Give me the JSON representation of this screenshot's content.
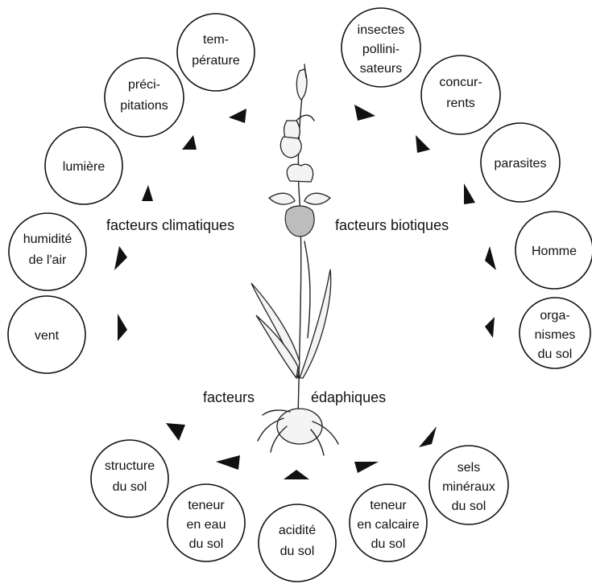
{
  "factor_groups": {
    "climatic": "facteurs climatiques",
    "biotic": "facteurs biotiques",
    "edaphic_left": "facteurs",
    "edaphic_right": "édaphiques"
  },
  "factors": {
    "temperature": [
      "tem-",
      "pérature"
    ],
    "precipitations": [
      "préci-",
      "pitations"
    ],
    "lumiere": [
      "lumière"
    ],
    "humidite": [
      "humidité",
      "de l'air"
    ],
    "vent": [
      "vent"
    ],
    "insectes": [
      "insectes",
      "pollini-",
      "sateurs"
    ],
    "concurrents": [
      "concur-",
      "rents"
    ],
    "parasites": [
      "parasites"
    ],
    "homme": [
      "Homme"
    ],
    "organismes": [
      "orga-",
      "nismes",
      "du sol"
    ],
    "structure": [
      "structure",
      "du sol"
    ],
    "teneur_eau": [
      "teneur",
      "en eau",
      "du sol"
    ],
    "acidite": [
      "acidité",
      "du sol"
    ],
    "teneur_calcaire": [
      "teneur",
      "en calcaire",
      "du sol"
    ],
    "sels": [
      "sels",
      "minéraux",
      "du sol"
    ]
  }
}
